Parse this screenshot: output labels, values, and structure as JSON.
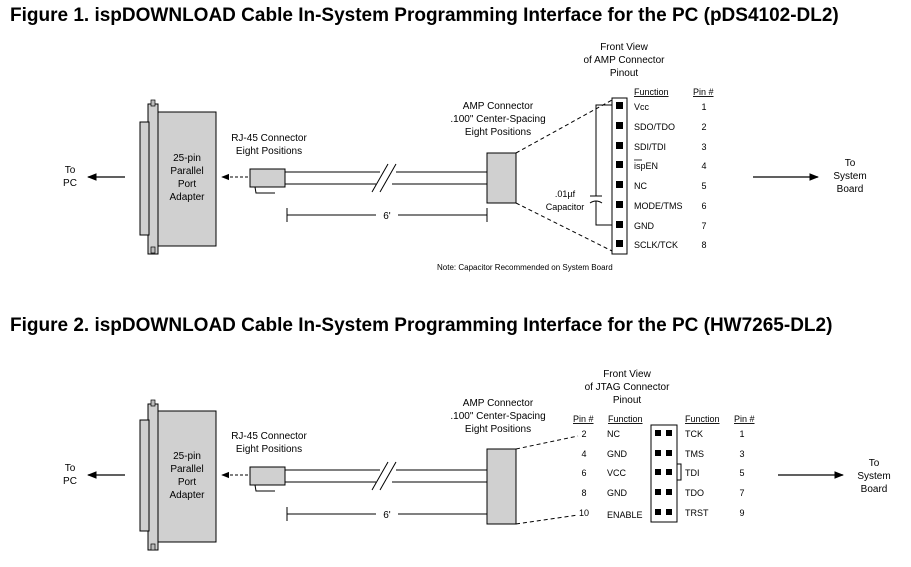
{
  "figure1": {
    "title": "Figure 1.  ispDOWNLOAD Cable In-System Programming Interface for the PC (pDS4102-DL2)",
    "to_pc": [
      "To",
      "PC"
    ],
    "adapter": [
      "25-pin",
      "Parallel",
      "Port",
      "Adapter"
    ],
    "rj45": [
      "RJ-45 Connector",
      "Eight Positions"
    ],
    "cable_length": "6'",
    "amp": [
      "AMP Connector",
      ".100\" Center-Spacing",
      "Eight Positions"
    ],
    "front_view": [
      "Front View",
      "of AMP Connector",
      "Pinout"
    ],
    "col_function": "Function",
    "col_pin": "Pin #",
    "pins": [
      {
        "function": "Vcc",
        "pin": "1"
      },
      {
        "function": "SDO/TDO",
        "pin": "2"
      },
      {
        "function": "SDI/TDI",
        "pin": "3"
      },
      {
        "function": "ispEN",
        "pin": "4"
      },
      {
        "function": "NC",
        "pin": "5"
      },
      {
        "function": "MODE/TMS",
        "pin": "6"
      },
      {
        "function": "GND",
        "pin": "7"
      },
      {
        "function": "SCLK/TCK",
        "pin": "8"
      }
    ],
    "capacitor": [
      ".01µf",
      "Capacitor"
    ],
    "to_board": [
      "To",
      "System",
      "Board"
    ],
    "note": "Note: Capacitor Recommended on System Board"
  },
  "figure2": {
    "title": "Figure 2.  ispDOWNLOAD Cable In-System Programming Interface for the PC (HW7265-DL2)",
    "to_pc": [
      "To",
      "PC"
    ],
    "adapter": [
      "25-pin",
      "Parallel",
      "Port",
      "Adapter"
    ],
    "rj45": [
      "RJ-45 Connector",
      "Eight Positions"
    ],
    "cable_length": "6'",
    "amp": [
      "AMP Connector",
      ".100\" Center-Spacing",
      "Eight Positions"
    ],
    "front_view": [
      "Front View",
      "of JTAG Connector",
      "Pinout"
    ],
    "col_pin": "Pin #",
    "col_function": "Function",
    "left_pins": [
      {
        "pin": "2",
        "function": "NC"
      },
      {
        "pin": "4",
        "function": "GND"
      },
      {
        "pin": "6",
        "function": "VCC"
      },
      {
        "pin": "8",
        "function": "GND"
      },
      {
        "pin": "10",
        "function": "ENABLE"
      }
    ],
    "right_pins": [
      {
        "function": "TCK",
        "pin": "1"
      },
      {
        "function": "TMS",
        "pin": "3"
      },
      {
        "function": "TDI",
        "pin": "5"
      },
      {
        "function": "TDO",
        "pin": "7"
      },
      {
        "function": "TRST",
        "pin": "9"
      }
    ],
    "to_board": [
      "To",
      "System",
      "Board"
    ]
  }
}
